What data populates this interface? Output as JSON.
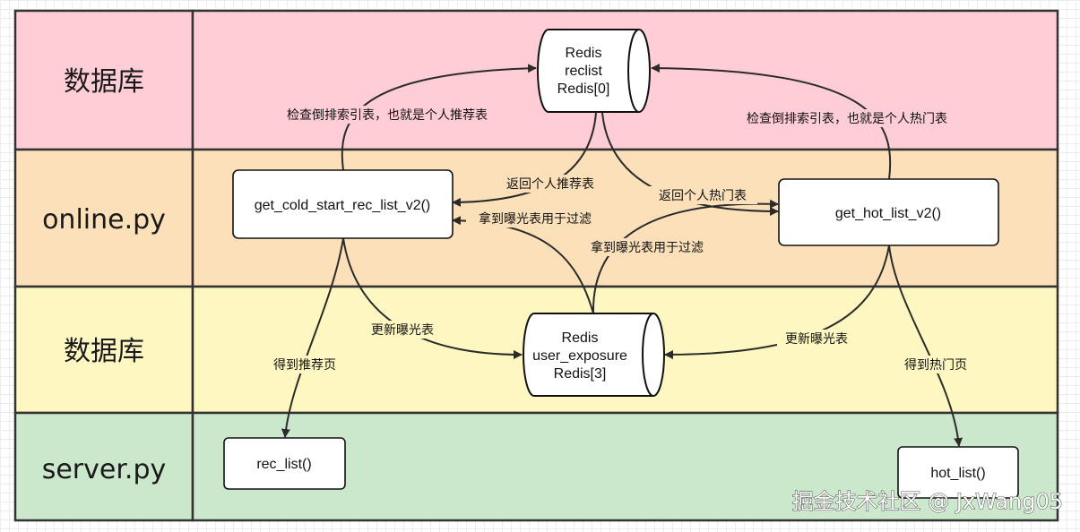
{
  "lanes": [
    {
      "label": "数据库",
      "color": "#ffcdd6"
    },
    {
      "label": "online.py",
      "color": "#fce0ba"
    },
    {
      "label": "数据库",
      "color": "#fff7c2"
    },
    {
      "label": "server.py",
      "color": "#cce8cc"
    }
  ],
  "nodes": {
    "redis_reclist": {
      "lines": [
        "Redis",
        "reclist",
        "Redis[0]"
      ]
    },
    "redis_user_exposure": {
      "lines": [
        "Redis",
        "user_exposure",
        "Redis[3]"
      ]
    },
    "get_cold_start_rec_list": {
      "label": "get_cold_start_rec_list_v2()"
    },
    "get_hot_list": {
      "label": "get_hot_list_v2()"
    },
    "rec_list": {
      "label": "rec_list()"
    },
    "hot_list": {
      "label": "hot_list()"
    }
  },
  "edges": {
    "check_rec_inverted_index": "检查倒排索引表，也就是个人推荐表",
    "check_hot_inverted_index": "检查倒排索引表，也就是个人热门表",
    "return_personal_rec": "返回个人推荐表",
    "return_personal_hot": "返回个人热门表",
    "get_exposure_filter_left": "拿到曝光表用于过滤",
    "get_exposure_filter_right": "拿到曝光表用于过滤",
    "update_exposure_left": "更新曝光表",
    "update_exposure_right": "更新曝光表",
    "get_rec_page": "得到推荐页",
    "get_hot_page": "得到热门页"
  },
  "watermark": "掘金技术社区 @ JxWang05"
}
